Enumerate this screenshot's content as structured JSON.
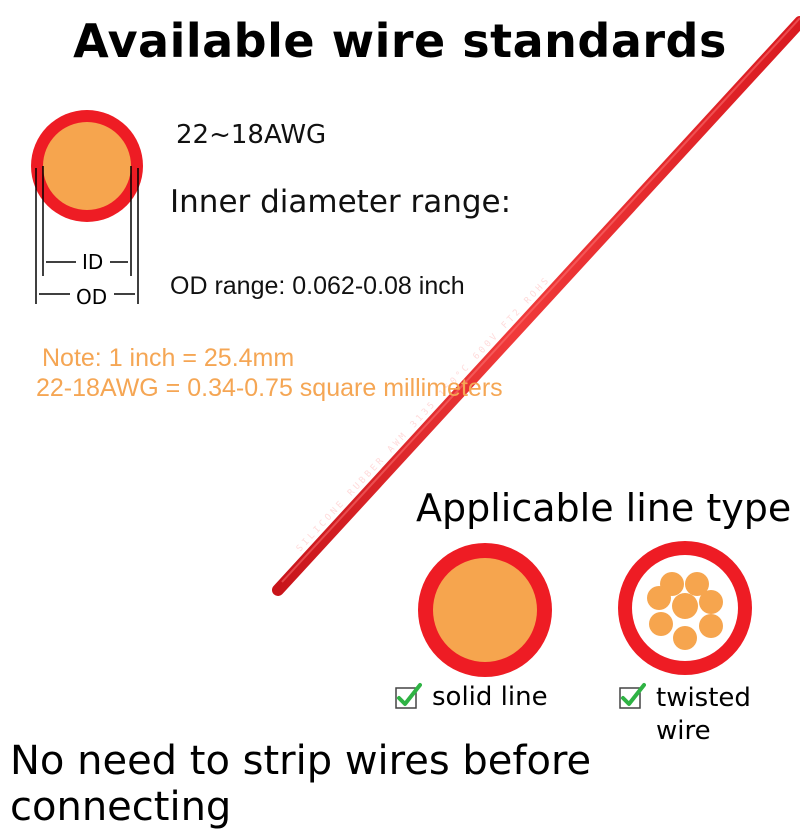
{
  "title": "Available wire standards",
  "specs": {
    "awg": "22~18AWG",
    "inner_diameter": "Inner diameter range:",
    "od_range": "OD range: 0.062-0.08 inch"
  },
  "diagram": {
    "id_label": "ID",
    "od_label": "OD"
  },
  "notes": {
    "line1": "Note: 1 inch = 25.4mm",
    "line2": "22-18AWG = 0.34-0.75 square millimeters"
  },
  "wire_print": "SILICONE RUBBER AWM 3135 150°C 600V FT2 ROHS",
  "line_types": {
    "heading": "Applicable line type",
    "solid_label": "solid line",
    "twisted_label_line1": "twisted",
    "twisted_label_line2": "wire"
  },
  "footer": "No need to strip wires before connecting",
  "colors": {
    "insulation_red": "#ee1c24",
    "conductor_orange": "#f6a54e",
    "note_orange": "#f5a654",
    "check_green": "#2fb344"
  },
  "icons": {
    "check": "checkbox-check-icon"
  }
}
